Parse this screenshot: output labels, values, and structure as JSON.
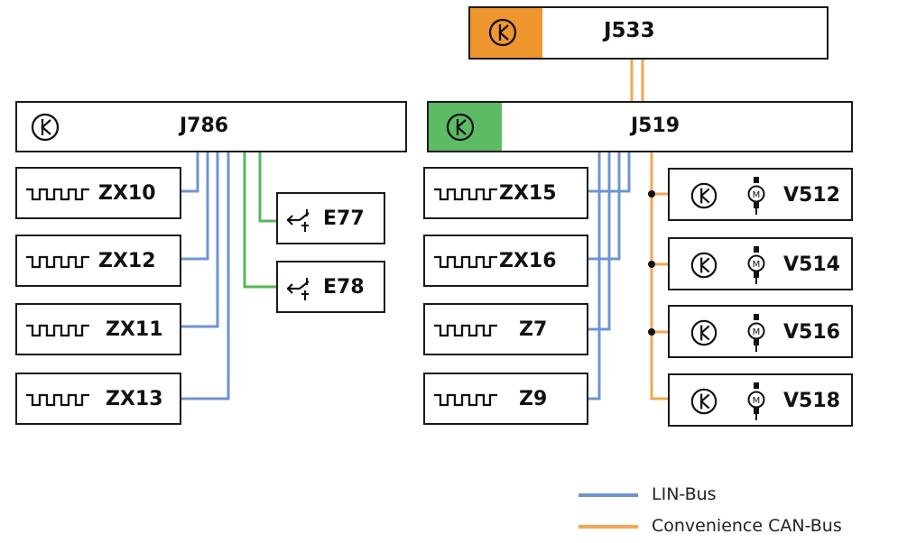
{
  "colors": {
    "lin": "#6f94d3",
    "can": "#f5a552",
    "green": "#55b85a",
    "orange_fill": "#f0962e",
    "green_fill": "#5dbb63",
    "line": "#1a1a1a"
  },
  "icons": {
    "ecu": "ecu-symbol-icon",
    "signal": "square-wave-icon",
    "motor": "motor-icon",
    "sensor": "switch-sensor-icon"
  },
  "gateway": {
    "label": "J533"
  },
  "left_master": {
    "label": "J786"
  },
  "right_master": {
    "label": "J519"
  },
  "left_slaves": [
    {
      "label": "ZX10"
    },
    {
      "label": "ZX12"
    },
    {
      "label": "ZX11"
    },
    {
      "label": "ZX13"
    }
  ],
  "switches": [
    {
      "label": "E77"
    },
    {
      "label": "E78"
    }
  ],
  "right_slaves": [
    {
      "label": "ZX15"
    },
    {
      "label": "ZX16"
    },
    {
      "label": "Z7"
    },
    {
      "label": "Z9"
    }
  ],
  "motors": [
    {
      "label": "V512"
    },
    {
      "label": "V514"
    },
    {
      "label": "V516"
    },
    {
      "label": "V518"
    }
  ],
  "legend": [
    {
      "label": "LIN-Bus",
      "color": "#6f94d3"
    },
    {
      "label": "Convenience CAN-Bus",
      "color": "#f5a552"
    }
  ]
}
